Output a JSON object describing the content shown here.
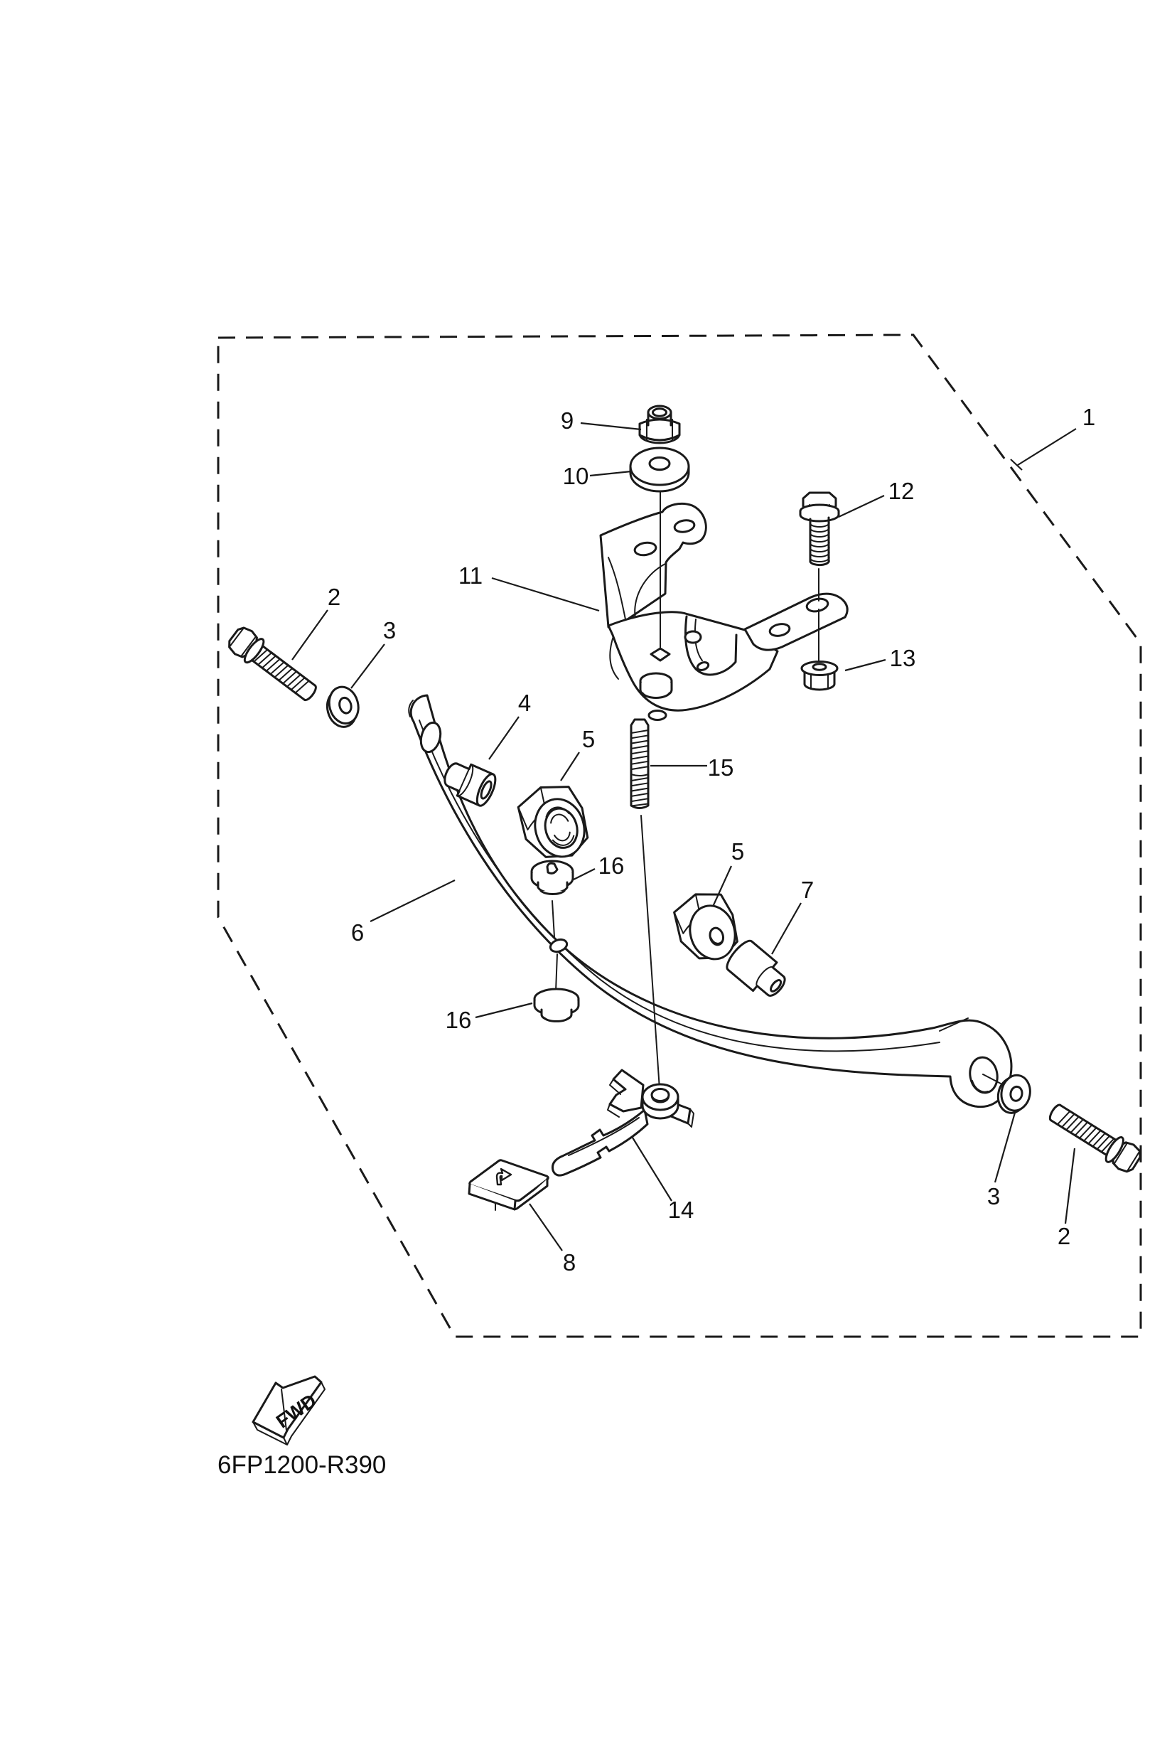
{
  "diagram": {
    "drawing_code": "6FP1200-R390",
    "fwd_label": "FWD",
    "colors": {
      "ink": "#1a1a1a",
      "paper": "#ffffff"
    },
    "callouts": [
      {
        "label": "9"
      },
      {
        "label": "10"
      },
      {
        "label": "11"
      },
      {
        "label": "12"
      },
      {
        "label": "13"
      },
      {
        "label": "1"
      },
      {
        "label": "2"
      },
      {
        "label": "3"
      },
      {
        "label": "4"
      },
      {
        "label": "5"
      },
      {
        "label": "15"
      },
      {
        "label": "16"
      },
      {
        "label": "5"
      },
      {
        "label": "7"
      },
      {
        "label": "6"
      },
      {
        "label": "16"
      },
      {
        "label": "14"
      },
      {
        "label": "8"
      },
      {
        "label": "3"
      },
      {
        "label": "2"
      }
    ]
  }
}
